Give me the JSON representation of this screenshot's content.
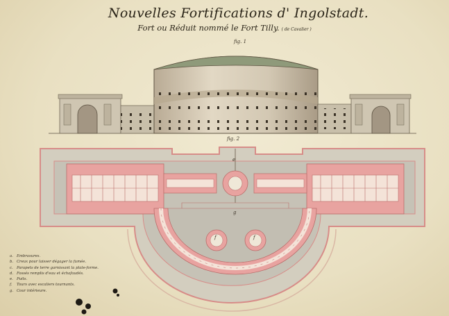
{
  "title": "Nouvelles Fortifications d' Ingolstadt.",
  "subtitle": "Fort ou Réduit nommé le Fort Tilly.",
  "subtitle_note": "( de Cavalier )",
  "figures": {
    "fig1": "fig. 1",
    "fig2": "fig. 2"
  },
  "plan_labels": {
    "a_left": "f",
    "a_right": "f",
    "court": "g",
    "top": "e"
  },
  "legend": [
    {
      "key": "a.",
      "text": "Embrasures."
    },
    {
      "key": "b.",
      "text": "Creux pour laisser dégager la fumée."
    },
    {
      "key": "c.",
      "text": "Parapets de terre garnissant la plate-forme."
    },
    {
      "key": "d.",
      "text": "Fossés remplis d'eau et échafaudés."
    },
    {
      "key": "e.",
      "text": "Puits."
    },
    {
      "key": "f.",
      "text": "Tours avec escaliers tournants."
    },
    {
      "key": "g.",
      "text": "Cour intérieure."
    }
  ],
  "colors": {
    "paper": "#ece4c8",
    "ink": "#3a3226",
    "stone": "#ccc4b0",
    "red": "#e8a3a0",
    "gray": "#c6c2b6"
  }
}
